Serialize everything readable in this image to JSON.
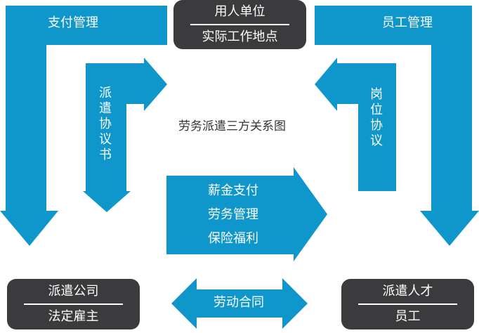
{
  "title": "劳务派遣三方关系图",
  "parties": {
    "employer": {
      "line1": "用人单位",
      "line2": "实际工作地点"
    },
    "agency": {
      "line1": "派遣公司",
      "line2": "法定雇主"
    },
    "worker": {
      "line1": "派遣人才",
      "line2": "员工"
    }
  },
  "arrows": {
    "pay_management": "支付管理",
    "employee_management": "员工管理",
    "dispatch_agreement": "派遣协议书",
    "job_agreement": "岗位协议",
    "center_items": [
      "薪金支付",
      "劳务管理",
      "保险福利"
    ],
    "labor_contract": "劳动合同"
  },
  "colors": {
    "arrow": "#0f97cc",
    "box": "#3b3b3d",
    "text_on_dark": "#ffffff",
    "title": "#333333"
  }
}
